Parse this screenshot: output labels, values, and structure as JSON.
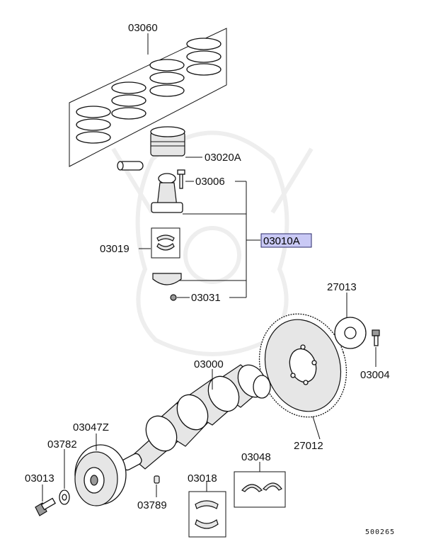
{
  "labels": {
    "p03060": "03060",
    "p03020a": "03020A",
    "p03006": "03006",
    "p03010a": "03010A",
    "p03019": "03019",
    "p03031": "03031",
    "p27013": "27013",
    "p03004": "03004",
    "p03000": "03000",
    "p27012": "27012",
    "p03047z": "03047Z",
    "p03782": "03782",
    "p03013": "03013",
    "p03018": "03018",
    "p03048": "03048",
    "p03789": "03789"
  },
  "reference_number": "500265",
  "colors": {
    "highlight_fill": "#c9c9f5",
    "highlight_border": "#2a2a6a",
    "line": "#111111",
    "watermark": "#eeeeee"
  }
}
